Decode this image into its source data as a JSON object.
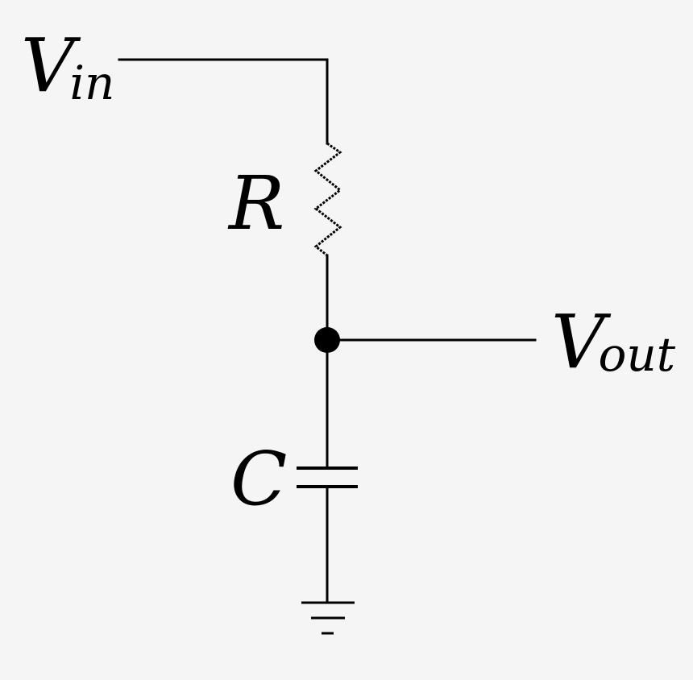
{
  "labels": {
    "vin_main": "V",
    "vin_sub": "in",
    "resistor": "R",
    "vout_main": "V",
    "vout_sub": "out",
    "capacitor": "C"
  },
  "colors": {
    "background": "#f5f5f5",
    "stroke": "#000000"
  }
}
